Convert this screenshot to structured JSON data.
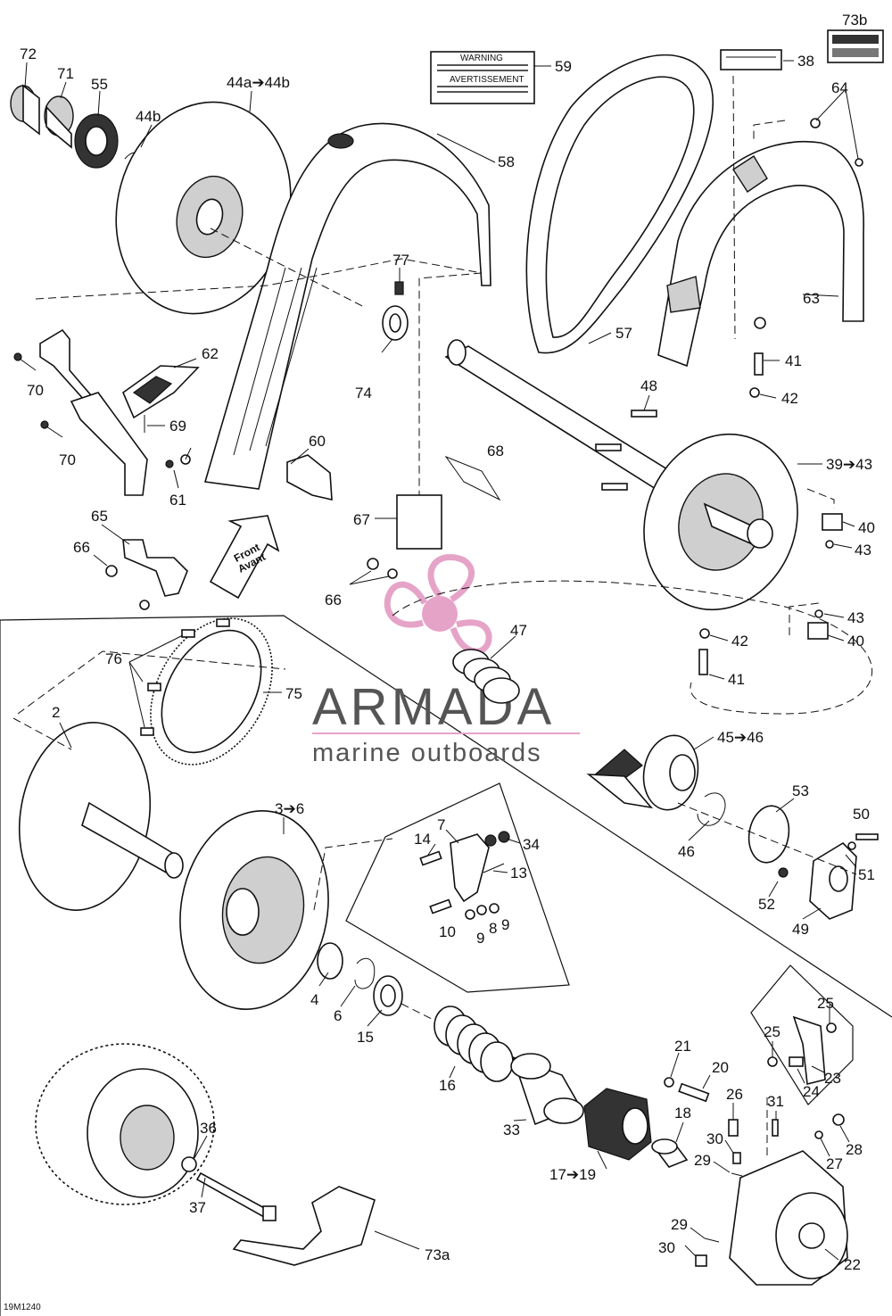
{
  "drawing_code": "19M1240",
  "watermark": {
    "brand": "ARMADA",
    "tagline": "marine outboards",
    "accent": "#e6a3c8"
  },
  "front_arrow": {
    "line1": "Front",
    "line2": "Avant"
  },
  "labels": {
    "warning_title": "WARNING",
    "avertissement_title": "AVERTISSEMENT"
  },
  "callouts": {
    "c72": "72",
    "c71": "71",
    "c55": "55",
    "c44a": "44a➔44b",
    "c44b": "44b",
    "c59": "59",
    "c73b": "73b",
    "c38": "38",
    "c64": "64",
    "c58": "58",
    "c77": "77",
    "c57": "57",
    "c63": "63",
    "c62": "62",
    "c70a": "70",
    "c69": "69",
    "c70b": "70",
    "c74": "74",
    "c41a": "41",
    "c42a": "42",
    "c48": "48",
    "c68": "68",
    "c60": "60",
    "c61": "61",
    "c39": "39➔43",
    "c40a": "40",
    "c43a": "43",
    "c65": "65",
    "c66a": "66",
    "c67": "67",
    "c66b": "66",
    "c43b": "43",
    "c42b": "42",
    "c40b": "40",
    "c41b": "41",
    "c47": "47",
    "c76": "76",
    "c75": "75",
    "c2": "2",
    "c45": "45➔46",
    "c53": "53",
    "c50": "50",
    "c3": "3➔6",
    "c7": "7",
    "c14": "14",
    "c34": "34",
    "c13": "13",
    "c46": "46",
    "c51": "51",
    "c52": "52",
    "c49": "49",
    "c10": "10",
    "c9a": "9",
    "c8": "8",
    "c9b": "9",
    "c4": "4",
    "c6": "6",
    "c15": "15",
    "c16": "16",
    "c25a": "25",
    "c25b": "25",
    "c23": "23",
    "c24": "24",
    "c21": "21",
    "c20": "20",
    "c26": "26",
    "c31": "31",
    "c36": "36",
    "c33": "33",
    "c18": "18",
    "c30a": "30",
    "c28": "28",
    "c27": "27",
    "c29a": "29",
    "c17": "17➔19",
    "c37": "37",
    "c73a": "73a",
    "c29b": "29",
    "c30b": "30",
    "c22": "22"
  }
}
